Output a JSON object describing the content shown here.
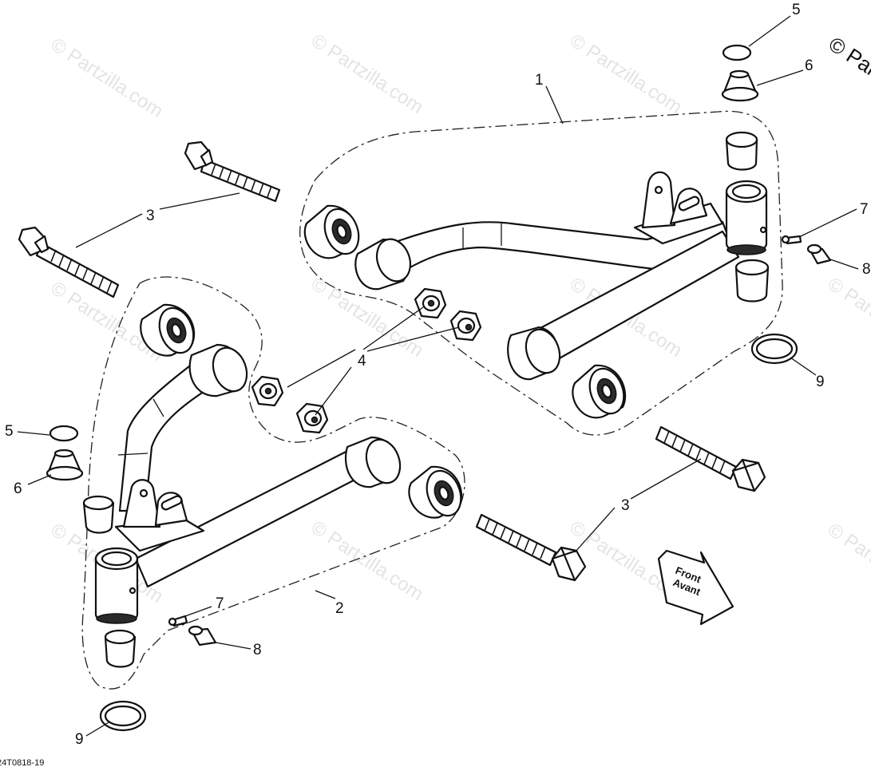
{
  "watermark": "© Partzilla.com",
  "copyright_corner": "© Par",
  "diagram_ref": "24T0818-19",
  "front_arrow": {
    "line1": "Front",
    "line2": "Avant"
  },
  "callouts": {
    "c1": "1",
    "c2": "2",
    "c3a": "3",
    "c3b": "3",
    "c4": "4",
    "c5a": "5",
    "c5b": "5",
    "c6a": "6",
    "c6b": "6",
    "c7a": "7",
    "c7b": "7",
    "c8a": "8",
    "c8b": "8",
    "c9a": "9",
    "c9b": "9"
  }
}
